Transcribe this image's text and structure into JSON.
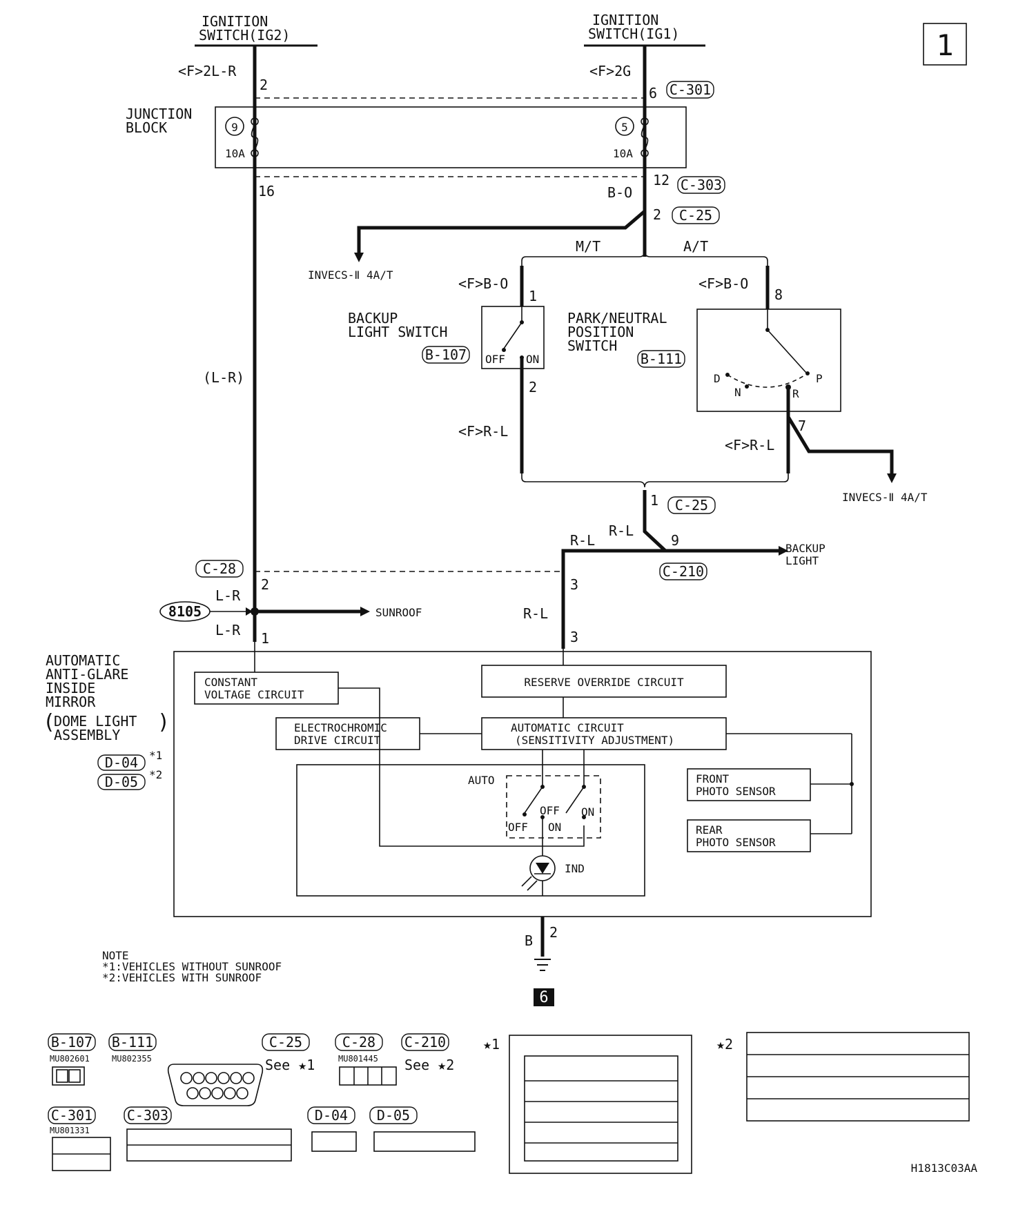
{
  "page_number": "1",
  "ign_ig2": {
    "line1": "IGNITION",
    "line2": "SWITCH(IG2)"
  },
  "ign_ig1": {
    "line1": "IGNITION",
    "line2": "SWITCH(IG1)"
  },
  "wire_f_2lr": "<F>2L-R",
  "wire_f_2g": "<F>2G",
  "pin_2_top": "2",
  "pin_6": "6",
  "conn_c301": "C-301",
  "junction_block": {
    "line1": "JUNCTION",
    "line2": "BLOCK"
  },
  "fuse9": {
    "num": "9",
    "rating": "10A"
  },
  "fuse5": {
    "num": "5",
    "rating": "10A"
  },
  "pin_16": "16",
  "pin_12": "12",
  "conn_c303": "C-303",
  "wire_bo": "B-O",
  "pin_2_c25": "2",
  "conn_c25_top": "C-25",
  "invecs_left": "INVECS-Ⅱ 4A/T",
  "mt": "M/T",
  "at": "A/T",
  "wire_f_bo_1": "<F>B-O",
  "pin_1_bls": "1",
  "wire_f_bo_8": "<F>B-O",
  "pin_8": "8",
  "backup_switch": {
    "line1": "BACKUP",
    "line2": "LIGHT SWITCH",
    "conn": "B-107",
    "off": "OFF",
    "on": "ON"
  },
  "pn_switch": {
    "line1": "PARK/NEUTRAL",
    "line2": "POSITION",
    "line3": "SWITCH",
    "conn": "B-111",
    "d": "D",
    "n": "N",
    "r": "R",
    "p": "P"
  },
  "wire_lr_vertical": "(L-R)",
  "pin_2_bls": "2",
  "wire_f_rl_left": "<F>R-L",
  "pin_7": "7",
  "wire_f_rl_right": "<F>R-L",
  "invecs_right": "INVECS-Ⅱ 4A/T",
  "pin_1_c25": "1",
  "conn_c25_mid": "C-25",
  "wire_rl_a": "R-L",
  "pin_9": "9",
  "backup_light": {
    "line1": "BACKUP",
    "line2": "LIGHT"
  },
  "conn_c210": "C-210",
  "wire_rl_b": "R-L",
  "conn_c28": "C-28",
  "pin_2_c28": "2",
  "pin_3_c28": "3",
  "wire_lr_upper": "L-R",
  "splice_8105": "8105",
  "sunroof": "SUNROOF",
  "wire_rl_c": "R-L",
  "wire_lr_lower": "L-R",
  "pin_1_mirror": "1",
  "pin_3_mirror": "3",
  "mirror": {
    "line1": "AUTOMATIC",
    "line2": "ANTI-GLARE",
    "line3": "INSIDE",
    "line4": "MIRROR",
    "line5": "DOME LIGHT",
    "line6": "ASSEMBLY",
    "conn1": "D-04",
    "conn2": "D-05",
    "mark1": "*1",
    "mark2": "*2"
  },
  "constant_voltage": {
    "line1": "CONSTANT",
    "line2": "VOLTAGE CIRCUIT"
  },
  "reserve_override": "RESERVE OVERRIDE CIRCUIT",
  "electrochromic": {
    "line1": "ELECTROCHROMIC",
    "line2": "DRIVE CIRCUIT"
  },
  "automatic_circuit": {
    "line1": "AUTOMATIC CIRCUIT",
    "line2": "(SENSITIVITY ADJUSTMENT)"
  },
  "front_sensor": {
    "line1": "FRONT",
    "line2": "PHOTO SENSOR"
  },
  "rear_sensor": {
    "line1": "REAR",
    "line2": "PHOTO SENSOR"
  },
  "auto_sw": {
    "auto": "AUTO",
    "off_mid": "OFF",
    "on_right": "ON",
    "off_left": "OFF",
    "on_left": "ON"
  },
  "ind": "IND",
  "wire_b": "B",
  "pin_2_ground": "2",
  "ground_ref": "6",
  "note": {
    "line1": "NOTE",
    "line2": "*1:VEHICLES WITHOUT SUNROOF",
    "line3": "*2:VEHICLES WITH SUNROOF"
  },
  "connectors": {
    "b107": "B-107",
    "b107_part": "MU802601",
    "b111": "B-111",
    "b111_part": "MU802355",
    "c25": "C-25",
    "c25_see": "See ★1",
    "c28": "C-28",
    "c28_part": "MU801445",
    "c210": "C-210",
    "c210_see": "See ★2",
    "c301": "C-301",
    "c301_part": "MU801331",
    "c303": "C-303",
    "d04": "D-04",
    "d05": "D-05",
    "star1": "★1",
    "star2": "★2"
  },
  "diagram_code": "H1813C03AA"
}
